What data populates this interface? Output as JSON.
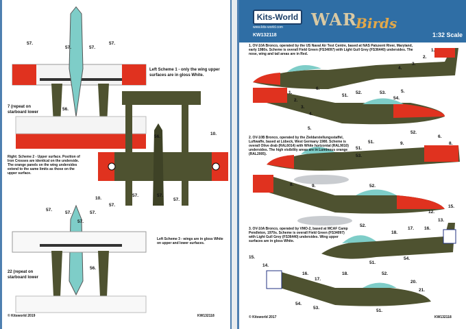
{
  "left_page": {
    "note_scheme1": "Left Scheme 1 - only the wing upper surfaces are in gloss White.",
    "note_7": "7 (repeat on starboard lower",
    "note_scheme2": "Right: Scheme 2 - Upper surface. Position of Iron Crosses are identical on the underside. The orange panels on the wing undersides extend to the same limits as those on the upper surface.",
    "note_scheme3": "Left Scheme 3 - wings are in gloss White on upper and lower surfaces.",
    "note_22": "22 (repeat on starboard lower",
    "copyright": "© Kitsworld 2019",
    "code": "KW132118",
    "callouts": [
      "57.",
      "57.",
      "57.",
      "57.",
      "56.",
      "10.",
      "56.",
      "10.",
      "57.",
      "57.",
      "57.",
      "57.",
      "57.",
      "57.",
      "57.",
      "57.",
      "56."
    ]
  },
  "right_page": {
    "logo": "Kits-World",
    "website": "www.kits-world.com",
    "code": "KW132118",
    "brand_war": "WAR",
    "brand_birds": "Birds",
    "scale": "1:32 Scale",
    "scheme1": "1. OV-10A Bronco, operated by the US Naval Air Test Centre, based at NAS Patuxent River, Maryland, early 1980s. Scheme is overall Field Green (FS34097) with Light Gull Grey (FS36440) undersides. The nose, wing and tail areas are in Red.",
    "scheme2": "2. OV-10B Bronco, operated by the Zieldarstellungsstaffel, Luftwaffe, based at Lübeck, West Germany 1980. Scheme is overall Olive drab (RAL6014) with White horizontal (RAL9010) undersides. The high visibility areas are in Luminous orange (RAL2005).",
    "scheme3": "3. OV-10A Bronco, operated by VMO-2, based at MCAF Camp Pendleton, 1970s. Scheme is overall Field Green (FS34097) with Light Gull Grey (FS36440) undersides. Wing upper surfaces are in gloss White.",
    "copyright": "© Kitsworld 2017",
    "code_bottom": "KW132118",
    "callouts": [
      "1.",
      "2.",
      "3.",
      "4.",
      "5.",
      "6.",
      "51.",
      "52.",
      "53.",
      "54.",
      "1.",
      "2.",
      "3.",
      "4.",
      "5.",
      "51.",
      "53.",
      "51.",
      "52.",
      "6.",
      "8.",
      "9.",
      "8.",
      "9.",
      "52.",
      "12.",
      "15.",
      "13.",
      "16.",
      "17.",
      "18.",
      "52.",
      "54.",
      "51.",
      "15.",
      "14.",
      "16.",
      "17.",
      "18.",
      "52.",
      "20.",
      "21.",
      "54.",
      "53.",
      "51."
    ]
  },
  "colors": {
    "olive": "#4e5230",
    "red": "#e0321f",
    "canopy": "#7ecdc8",
    "border": "#4f7fb0",
    "header": "#2f6ea5"
  }
}
